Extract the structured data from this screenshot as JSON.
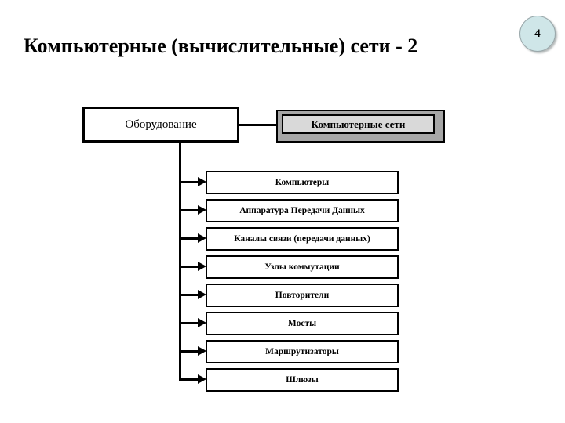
{
  "slide": {
    "title": "Компьютерные (вычислительные) сети - 2",
    "number": "4",
    "badge_color": "#cfe6e8",
    "badge_border_color": "#9aa8ab"
  },
  "diagram": {
    "type": "tree",
    "root": {
      "label": "Оборудование"
    },
    "highlight_node": {
      "label": "Компьютерные сети",
      "fill_color": "#d9d9d9",
      "bevel_color": "#a6a6a6",
      "border_color": "#000000"
    },
    "children": [
      {
        "label": "Компьютеры"
      },
      {
        "label": "Аппаратура Передачи Данных"
      },
      {
        "label": "Каналы связи (передачи данных)"
      },
      {
        "label": "Узлы коммутации"
      },
      {
        "label": "Повторители"
      },
      {
        "label": "Мосты"
      },
      {
        "label": "Маршрутизаторы"
      },
      {
        "label": "Шлюзы"
      }
    ]
  }
}
